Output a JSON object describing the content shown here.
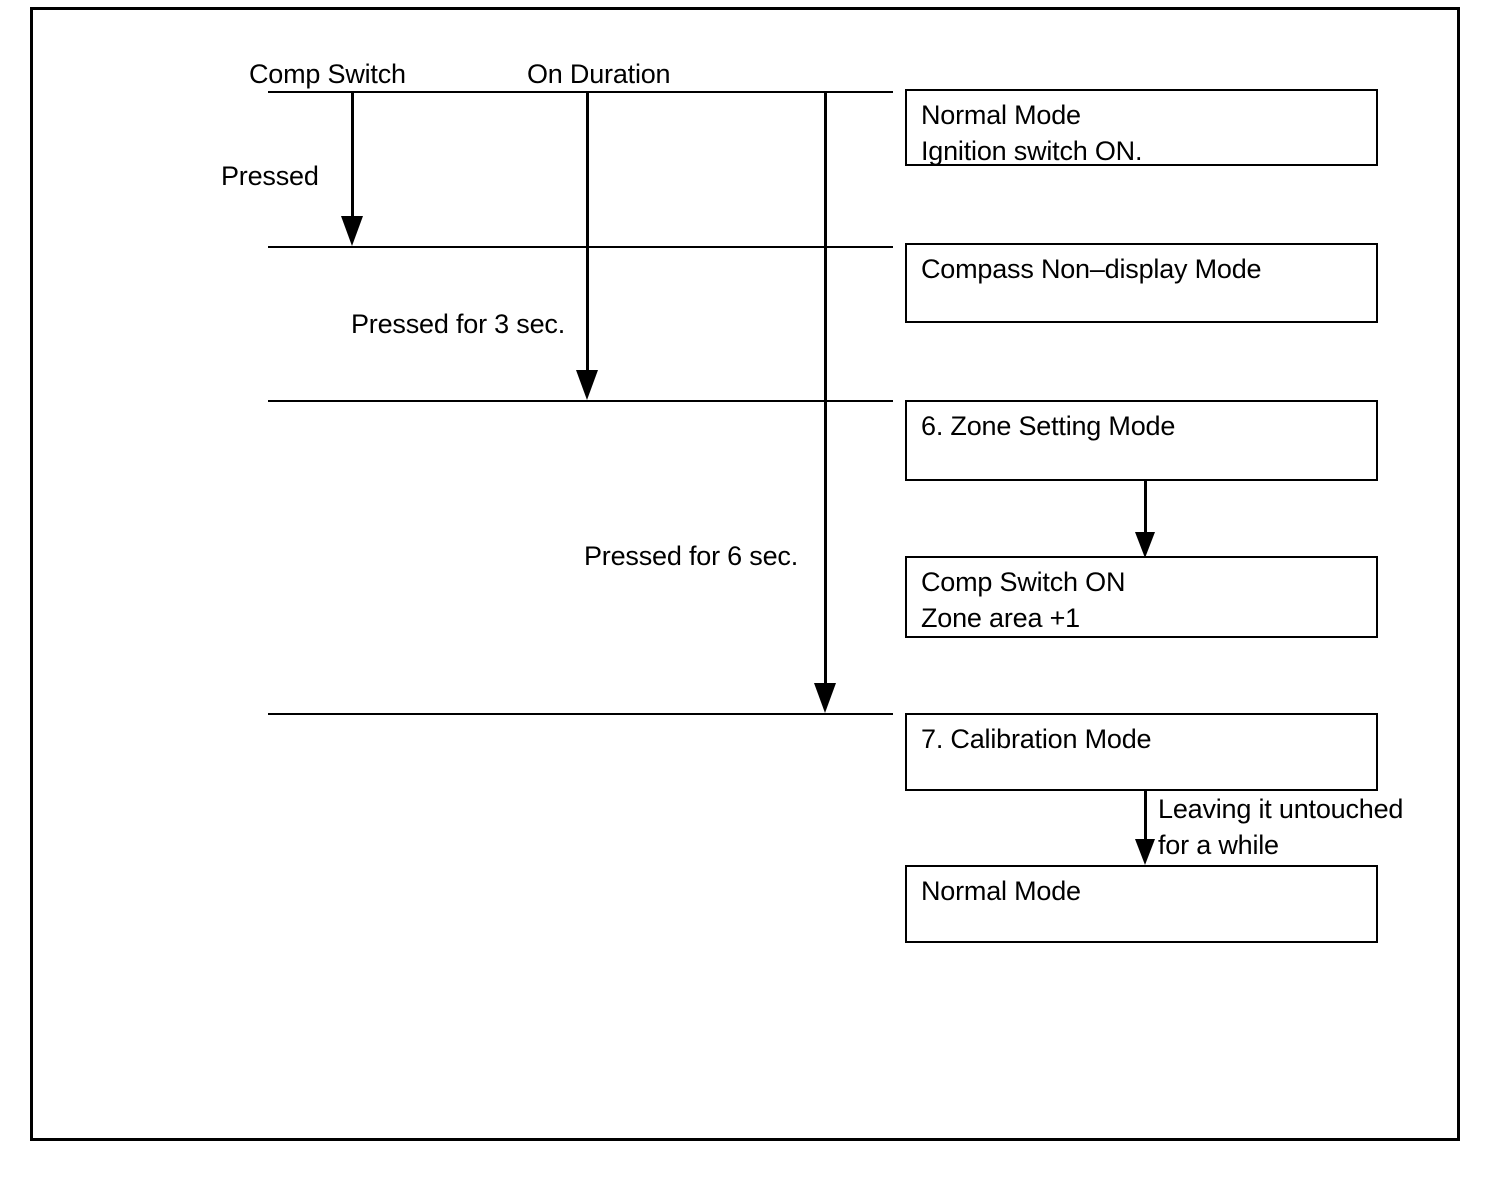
{
  "diagram": {
    "title_labels": {
      "comp_switch": "Comp Switch",
      "on_duration": "On Duration"
    },
    "transition_labels": {
      "pressed": "Pressed",
      "pressed_3_sec": "Pressed for 3 sec.",
      "pressed_6_sec": "Pressed for 6 sec.",
      "leaving_untouched_line1": "Leaving it untouched",
      "leaving_untouched_line2": "for a while"
    },
    "boxes": [
      {
        "line1": "Normal Mode",
        "line2": "Ignition switch ON."
      },
      {
        "line1": "Compass Non–display Mode",
        "line2": ""
      },
      {
        "line1": "6. Zone Setting Mode",
        "line2": ""
      },
      {
        "line1": "Comp Switch ON",
        "line2": "Zone area +1"
      },
      {
        "line1": "7. Calibration Mode",
        "line2": ""
      },
      {
        "line1": "Normal Mode",
        "line2": ""
      }
    ],
    "colors": {
      "ink": "#000000",
      "paper": "#ffffff"
    }
  }
}
